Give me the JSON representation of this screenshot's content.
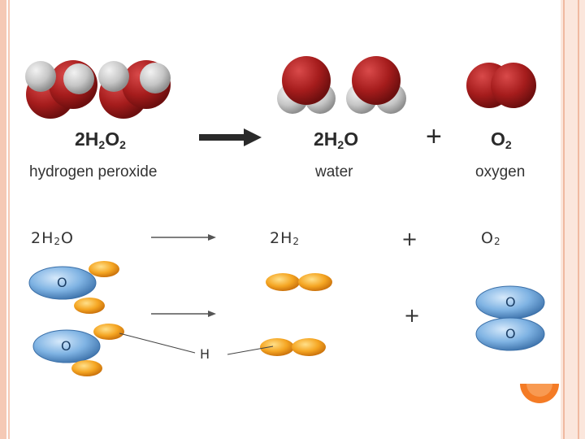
{
  "top_equation": {
    "reactant_coef": "2",
    "reactant_formula": [
      "H",
      "2",
      "O",
      "2"
    ],
    "reactant_name": "hydrogen peroxide",
    "product1_coef": "2",
    "product1_formula": [
      "H",
      "2",
      "O"
    ],
    "product1_name": "water",
    "plus": "+",
    "product2_formula": [
      "O",
      "2"
    ],
    "product2_name": "oxygen"
  },
  "bottom_equation": {
    "reactant": [
      "2H",
      "2",
      "O"
    ],
    "product1": [
      "2H",
      "2"
    ],
    "plus": "+",
    "product2": [
      "O",
      "2"
    ],
    "plus2": "+",
    "atom_label_o": "O",
    "atom_label_h": "H"
  },
  "colors": {
    "oxygen_red": "#a51c1c",
    "hydrogen_grey": "#c8c8c8",
    "oxygen_blue": "#5b9bd5",
    "hydrogen_orange": "#f5a623",
    "frame": "#f5c9b5",
    "accent": "#f47b25"
  }
}
